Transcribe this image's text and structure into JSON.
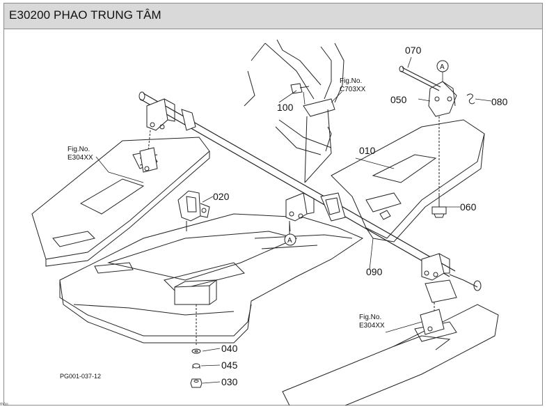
{
  "title": "E30200 PHAO TRUNG TÂM",
  "fig_refs": [
    {
      "label": "Fig.No.",
      "code": "E304XX"
    },
    {
      "label": "Fig.No.",
      "code": "C703XX"
    },
    {
      "label": "Fig.No.",
      "code": "E304XX"
    }
  ],
  "parts": {
    "p010": "010",
    "p020": "020",
    "p030": "030",
    "p040": "040",
    "p045": "045",
    "p050": "050",
    "p060": "060",
    "p070": "070",
    "p080": "080",
    "p090": "090",
    "p100": "100"
  },
  "markers": {
    "a_upper": "A",
    "a_lower": "A"
  },
  "drawing_code": "PG001-037-12",
  "footer_text": "thôn"
}
